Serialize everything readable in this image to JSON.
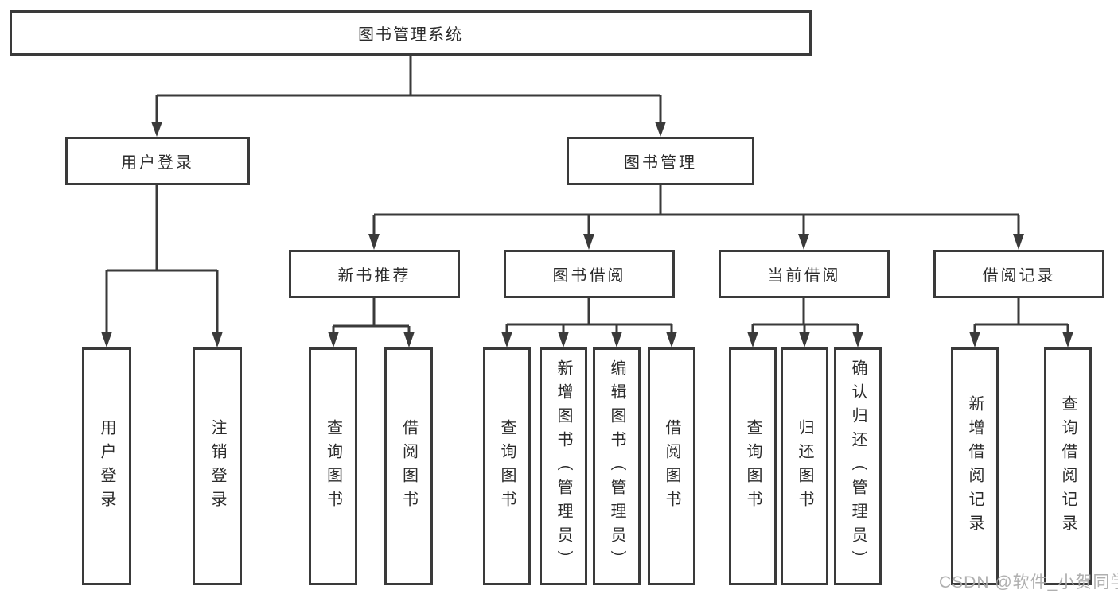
{
  "diagram": {
    "root": {
      "label": "图书管理系统"
    },
    "level2": [
      {
        "label": "用户登录"
      },
      {
        "label": "图书管理"
      }
    ],
    "level3": [
      {
        "label": "新书推荐"
      },
      {
        "label": "图书借阅"
      },
      {
        "label": "当前借阅"
      },
      {
        "label": "借阅记录"
      }
    ],
    "leaves": {
      "user_login": [
        "用户登录",
        "注销登录"
      ],
      "new_book": [
        "查询图书",
        "借阅图书"
      ],
      "book_borrow": [
        "查询图书",
        "新增图书（管理员）",
        "编辑图书（管理员）",
        "借阅图书"
      ],
      "current_borrow": [
        "查询图书",
        "归还图书",
        "确认归还（管理员）"
      ],
      "borrow_record": [
        "新增借阅记录",
        "查询借阅记录"
      ]
    }
  },
  "colors": {
    "line": "#3a3a3a",
    "text": "#2b2b2b",
    "watermark": "#a8a8a8"
  },
  "watermark": {
    "text": "CSDN @软件_小贺同学"
  }
}
